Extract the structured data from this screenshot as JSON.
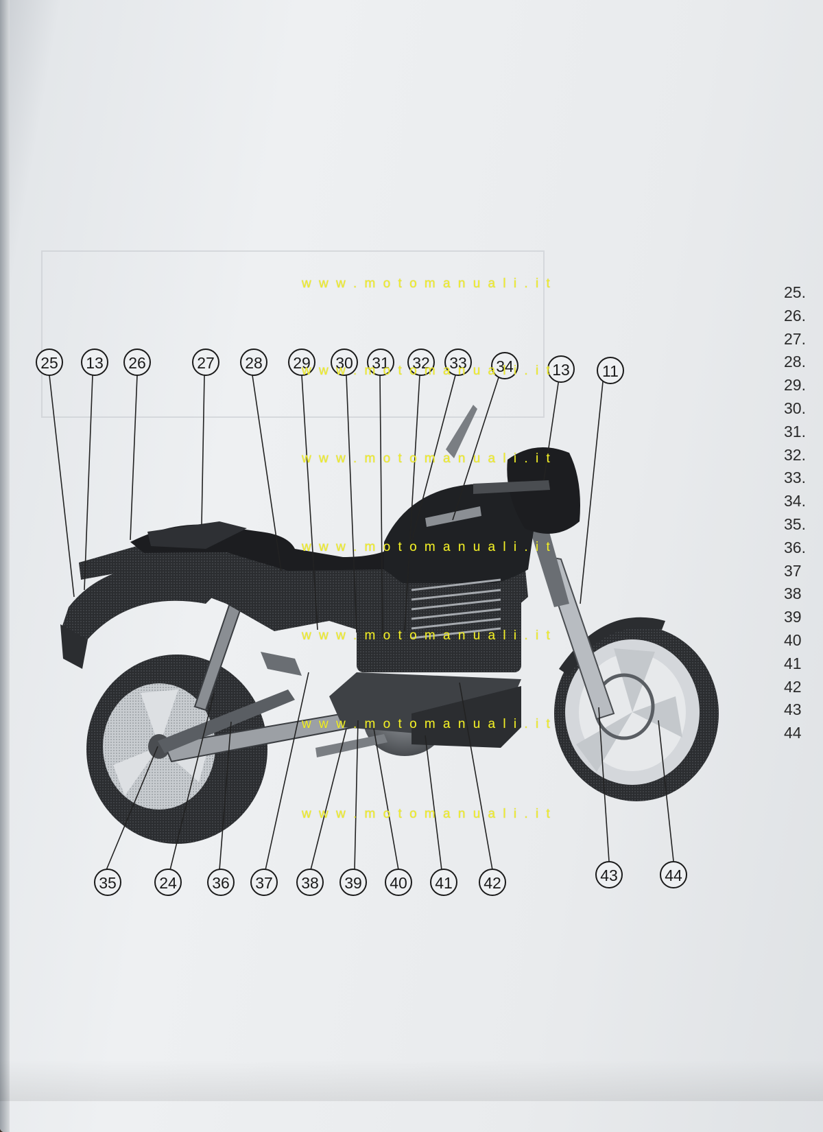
{
  "diagram": {
    "callouts_top": [
      "25",
      "13",
      "26",
      "27",
      "28",
      "29",
      "30",
      "31",
      "32",
      "33",
      "34",
      "13",
      "11"
    ],
    "callouts_bottom": [
      "35",
      "24",
      "36",
      "37",
      "38",
      "39",
      "40",
      "41",
      "42",
      "43",
      "44"
    ]
  },
  "legend": [
    "25.",
    "26.",
    "27.",
    "28.",
    "29.",
    "30.",
    "31.",
    "32.",
    "33.",
    "34.",
    "35.",
    "36.",
    "37",
    "38",
    "39",
    "40",
    "41",
    "42",
    "43",
    "44"
  ],
  "watermark": "w w w . m o t o m a n u a l i . i t",
  "colors": {
    "paper": "#eef0f2",
    "ink": "#1a1a1a",
    "watermark": "#f1ee2a"
  }
}
